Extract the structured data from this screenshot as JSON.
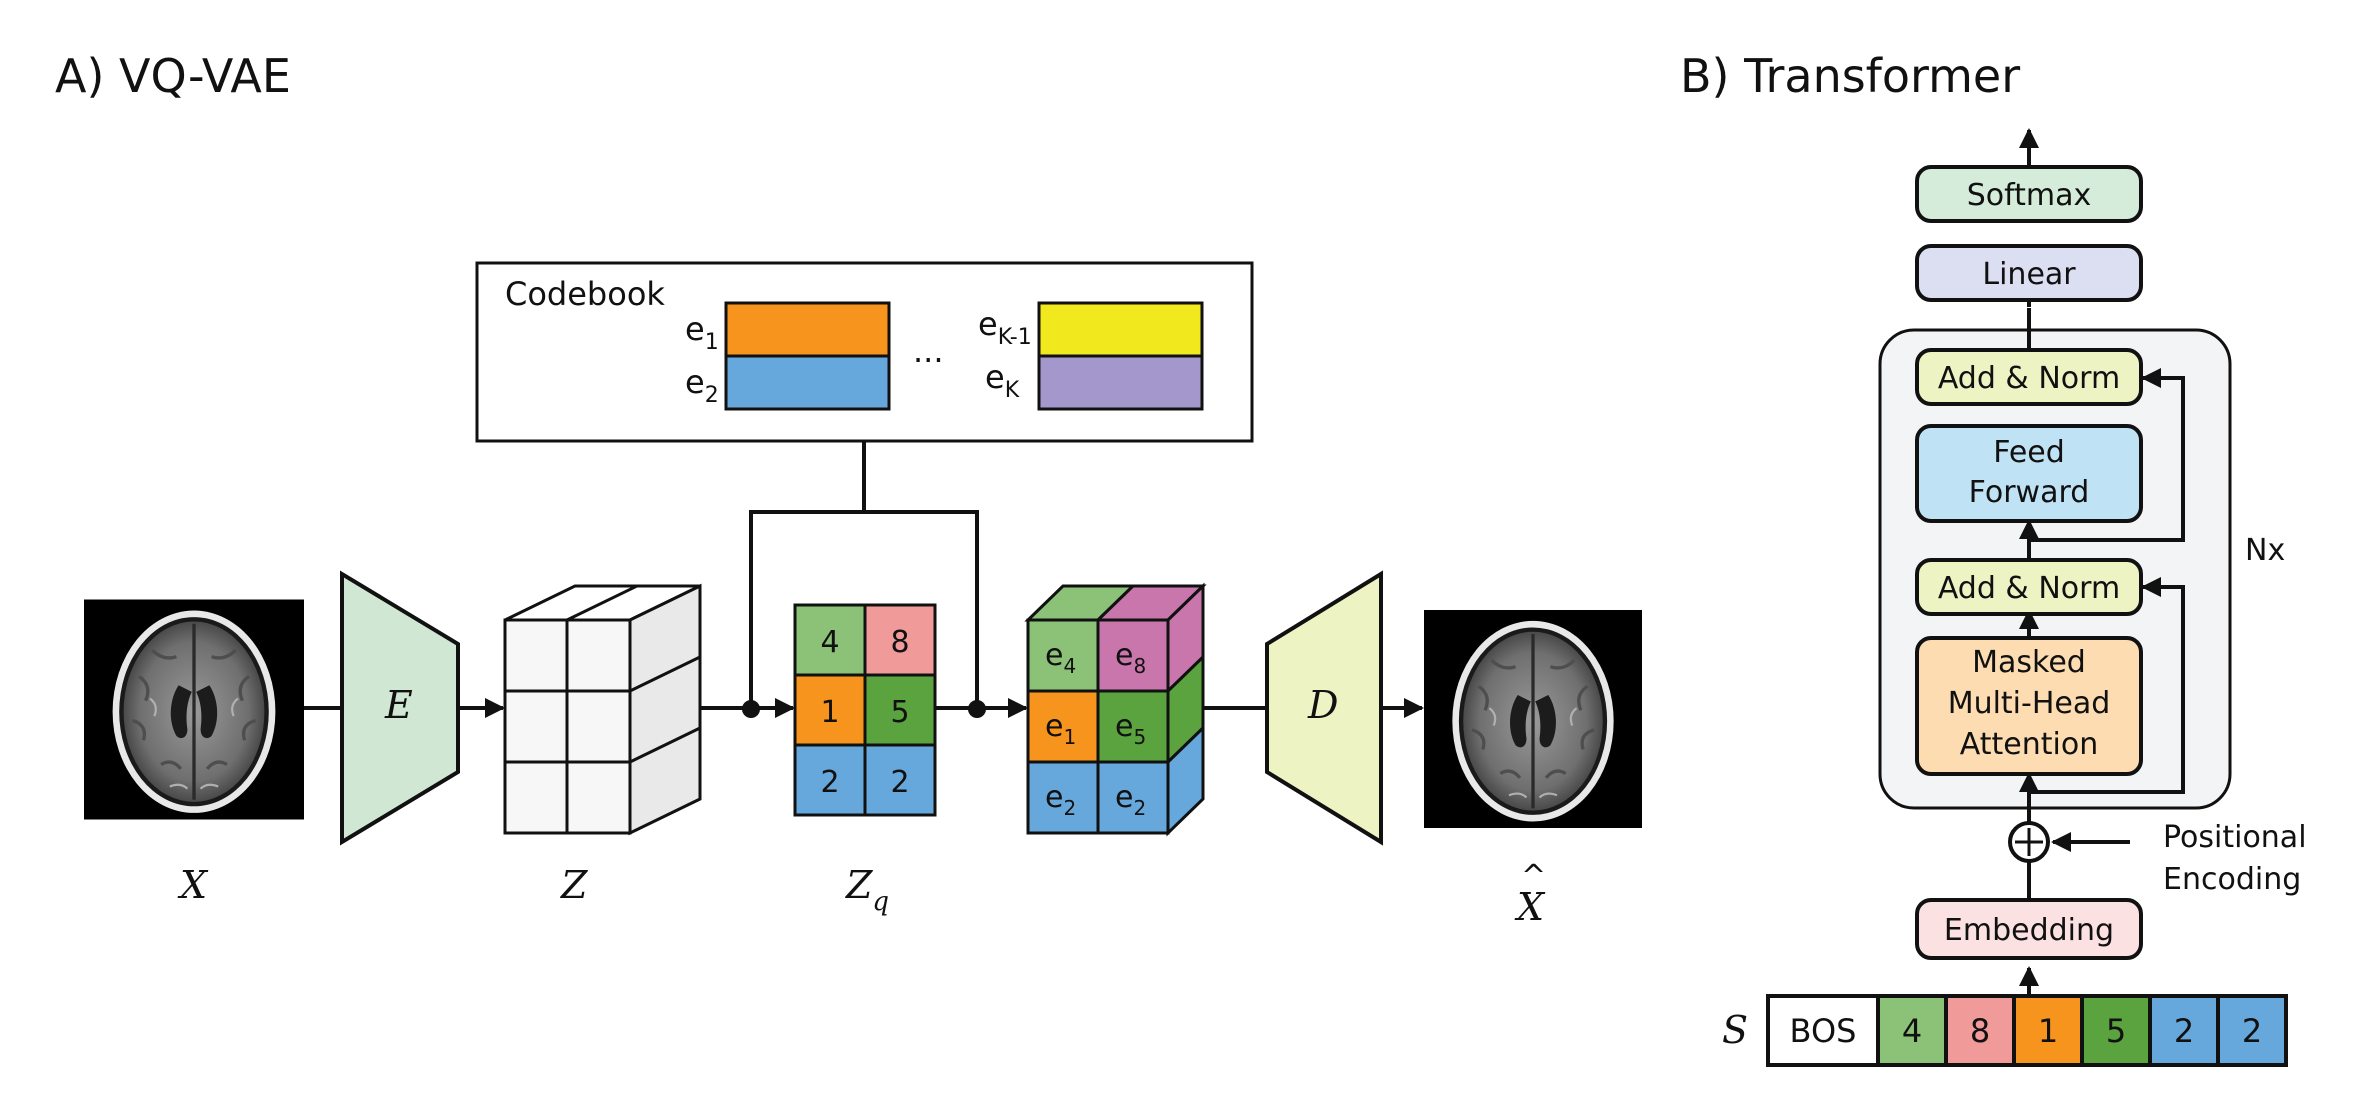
{
  "panel_a": {
    "title": "A) VQ-VAE",
    "codebook_title": "Codebook",
    "codebook_entries": [
      "e1",
      "e2",
      "eK-1",
      "eK"
    ],
    "ellipsis": "...",
    "encoder_label": "E",
    "decoder_label": "D",
    "labels": {
      "x": "X",
      "z": "Z",
      "zq": "Z",
      "zq_sub": "q",
      "xhat": "X",
      "hat": "^"
    },
    "zq_grid": [
      "4",
      "8",
      "1",
      "5",
      "2",
      "2"
    ],
    "quantized_grid": [
      {
        "base": "e",
        "sub": "4"
      },
      {
        "base": "e",
        "sub": "8"
      },
      {
        "base": "e",
        "sub": "1"
      },
      {
        "base": "e",
        "sub": "5"
      },
      {
        "base": "e",
        "sub": "2"
      },
      {
        "base": "e",
        "sub": "2"
      }
    ]
  },
  "panel_b": {
    "title": "B) Transformer",
    "blocks": {
      "softmax": "Softmax",
      "linear": "Linear",
      "add_norm_top": "Add & Norm",
      "feed_forward": [
        "Feed",
        "Forward"
      ],
      "add_norm_bottom": "Add & Norm",
      "attention": [
        "Masked",
        "Multi-Head",
        "Attention"
      ],
      "embedding": "Embedding"
    },
    "nx_label": "Nx",
    "positional_encoding": [
      "Positional",
      "Encoding"
    ],
    "sequence_label": "S",
    "sequence": [
      "BOS",
      "4",
      "8",
      "1",
      "5",
      "2",
      "2"
    ]
  },
  "colors": {
    "orange": "#f7941d",
    "blue": "#67a8dc",
    "yellow": "#f2e81e",
    "purple": "#a397cc",
    "green_light": "#8cc278",
    "green_dark": "#5aa33f",
    "pink": "#f09a9a",
    "magenta": "#c876ab",
    "encoder": "#cfe7d3",
    "decoder": "#eef3c4",
    "softmax": "#d4ecd9",
    "linear": "#dcdff2",
    "add_norm": "#eef3c4",
    "feed_forward": "#bfe3f4",
    "attention": "#fcdcb0",
    "embedding": "#fbe1e1",
    "stack_bg": "#f3f4f6"
  }
}
